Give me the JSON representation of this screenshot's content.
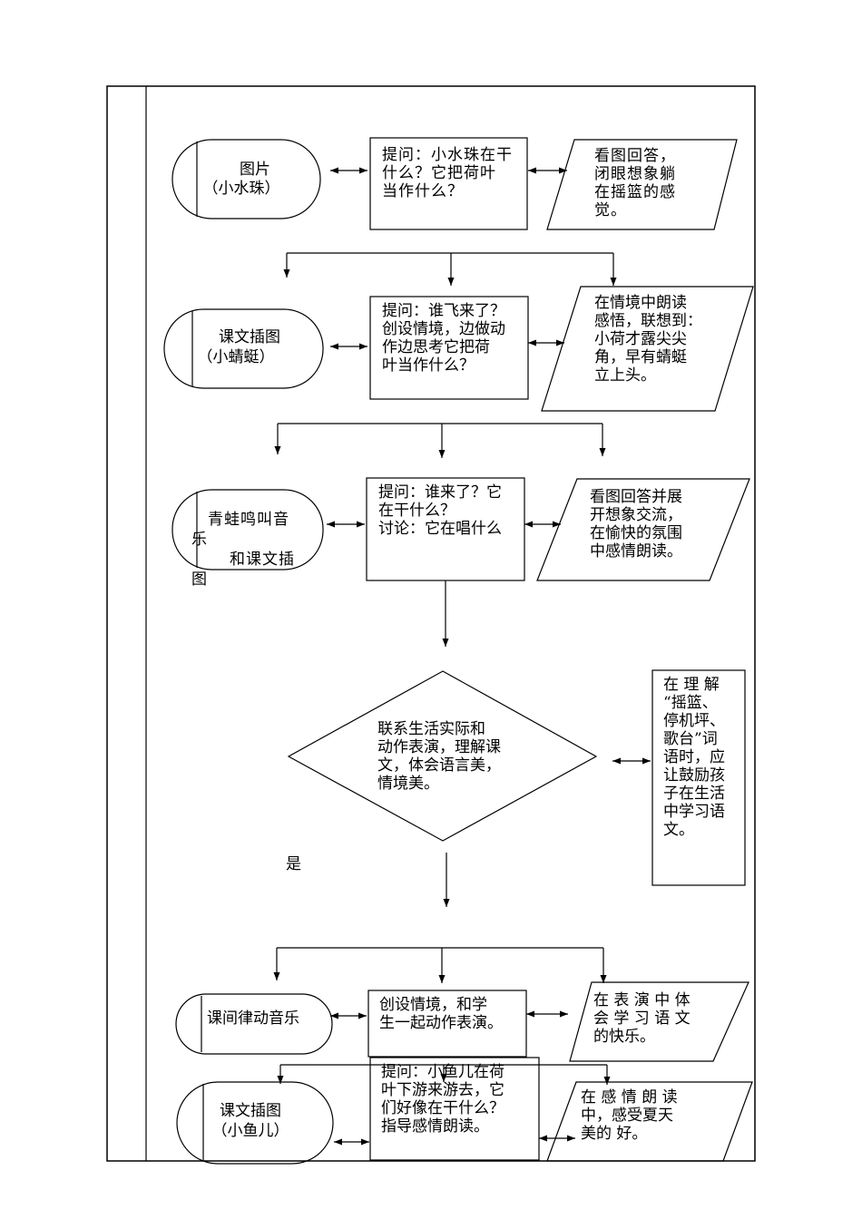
{
  "row1": {
    "terminal": {
      "title": "图片",
      "sub": "（小水珠）"
    },
    "process": "提问：小水珠在干\n什么？它把荷叶\n当作什么？",
    "io": "看图回答，\n闭眼想象躺\n在摇篮的感\n觉。"
  },
  "row2": {
    "terminal": {
      "title": "课文插图",
      "sub": "（小蜻蜓）"
    },
    "process": "提问：谁飞来了？\n创设情境，边做动\n作边思考它把荷\n叶当作什么？",
    "io": "在情境中朗读\n感悟，联想到：\n小荷才露尖尖\n角，早有蜻蜓\n立上头。"
  },
  "row3": {
    "terminal": {
      "line1": "青蛙鸣叫音",
      "line2": "乐",
      "line3": "和课文插",
      "line4": "图"
    },
    "process": "提问：谁来了？它\n在干什么？\n讨论：它在唱什么",
    "io": "看图回答并展\n开想象交流，\n在愉快的氛围\n中感情朗读。"
  },
  "decision": {
    "text": "联系生活实际和\n动作表演，理解课\n文，体会语言美，\n情境美。",
    "yes_label": "是"
  },
  "note": "在 理 解\n“摇篮、\n停机坪、\n歌台”词\n语时，应\n让鼓励孩\n子在生活\n中学习语\n文。",
  "row4": {
    "terminal": "课间律动音乐",
    "process": "  创设情境，和学\n生一起动作表演。",
    "io": "在 表 演 中 体\n会 学 习 语 文\n的快乐。"
  },
  "row5": {
    "terminal": {
      "title": "课文插图",
      "sub": "（小鱼儿）"
    },
    "process": "提问：小鱼儿在荷\n叶下游来游去，它\n们好像在干什么？\n指导感情朗读。",
    "io": "在 感 情 朗 读\n中，感受夏天\n美的 好。"
  }
}
